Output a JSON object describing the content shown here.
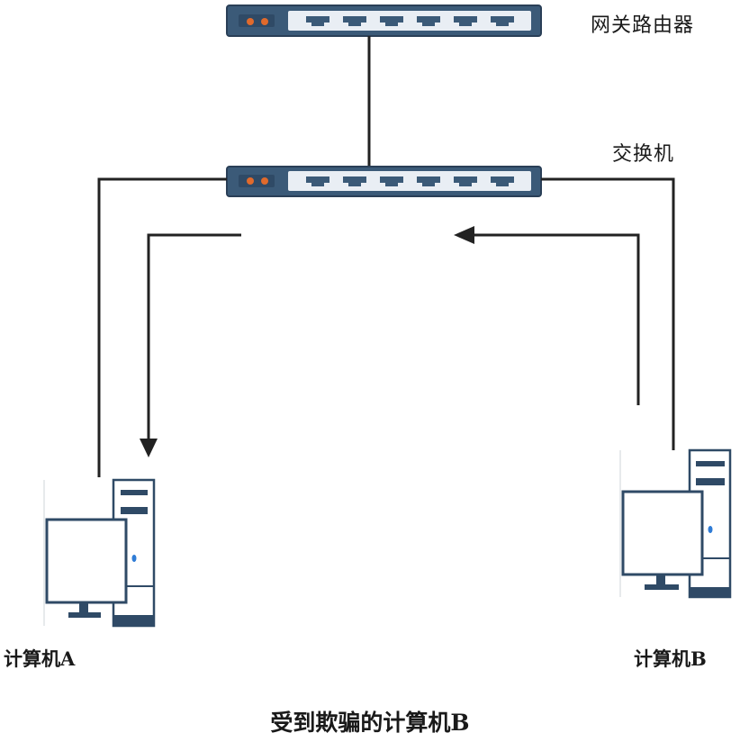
{
  "labels": {
    "router": "网关路由器",
    "switch": "交换机",
    "computer_a": "计算机A",
    "computer_b": "计算机B"
  },
  "caption": "受到欺骗的计算机B",
  "devices": {
    "router_ports": 6,
    "switch_ports": 6
  },
  "colors": {
    "device_body": "#3b5a78",
    "device_edge": "#2a3f57",
    "port_strip": "#e9eef4",
    "led": "#e06a2c",
    "line": "#222222",
    "pc_frame": "#2f4a66"
  }
}
